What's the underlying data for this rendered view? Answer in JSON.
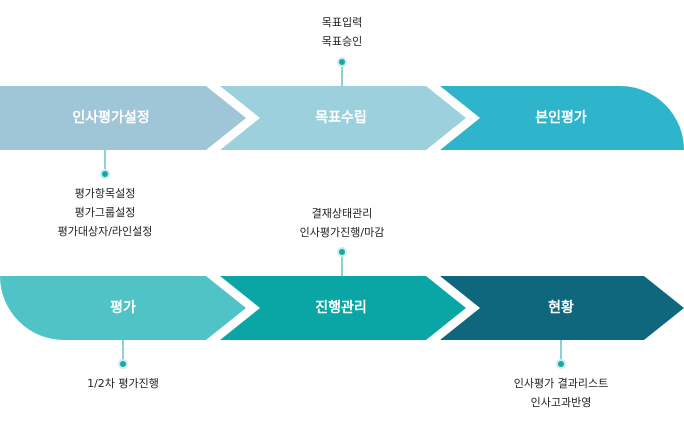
{
  "row1": {
    "stages": [
      {
        "label": "인사평가설정",
        "color": "#9fc6d6"
      },
      {
        "label": "목표수립",
        "color": "#9cd0dd"
      },
      {
        "label": "본인평가",
        "color": "#2fb5cb"
      }
    ]
  },
  "row2": {
    "stages": [
      {
        "label": "평가",
        "color": "#4fc3c6"
      },
      {
        "label": "진행관리",
        "color": "#0aa6a6"
      },
      {
        "label": "현황",
        "color": "#0f677d"
      }
    ]
  },
  "notes": {
    "goal": [
      "목표입력",
      "목표승인"
    ],
    "setup": [
      "평가항목설정",
      "평가그룹설정",
      "평가대상자/라인설정"
    ],
    "progress": [
      "결재상태관리",
      "인사평가진행/마감"
    ],
    "evaluation": [
      "1/2차 평가진행"
    ],
    "status": [
      "인사평가 결과리스트",
      "인사고과반영"
    ]
  },
  "accent_color": "#1aa5a8"
}
